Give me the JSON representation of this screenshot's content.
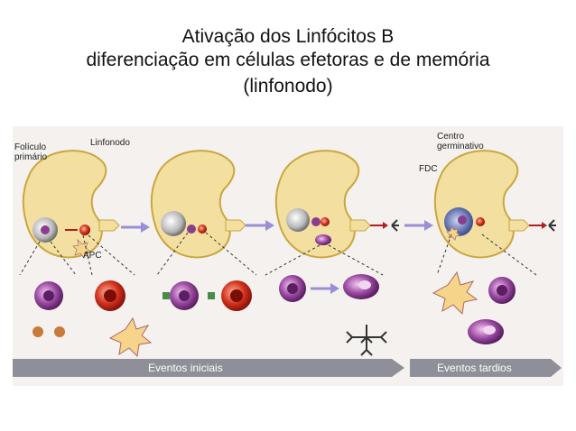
{
  "title": {
    "line1": "Ativação dos Linfócitos B",
    "line2": "diferenciação em células efetoras e de memória",
    "line3": "(linfonodo)"
  },
  "figure": {
    "labels": {
      "foliculo": "Folículo",
      "primario": "primário",
      "linfonodo": "Linfonodo",
      "apc": "APC",
      "centro": "Centro",
      "germinativo": "germinativo",
      "fdc": "FDC"
    },
    "timeline": {
      "early": "Eventos iniciais",
      "late": "Eventos tardios"
    },
    "colors": {
      "node_fill": "#f3dfa0",
      "node_stroke": "#c9a640",
      "b_cell": "#8a3d8f",
      "t_cell": "#c8281e",
      "arrow": "#9a8fd6",
      "timeline": "#8f8f9a"
    }
  }
}
